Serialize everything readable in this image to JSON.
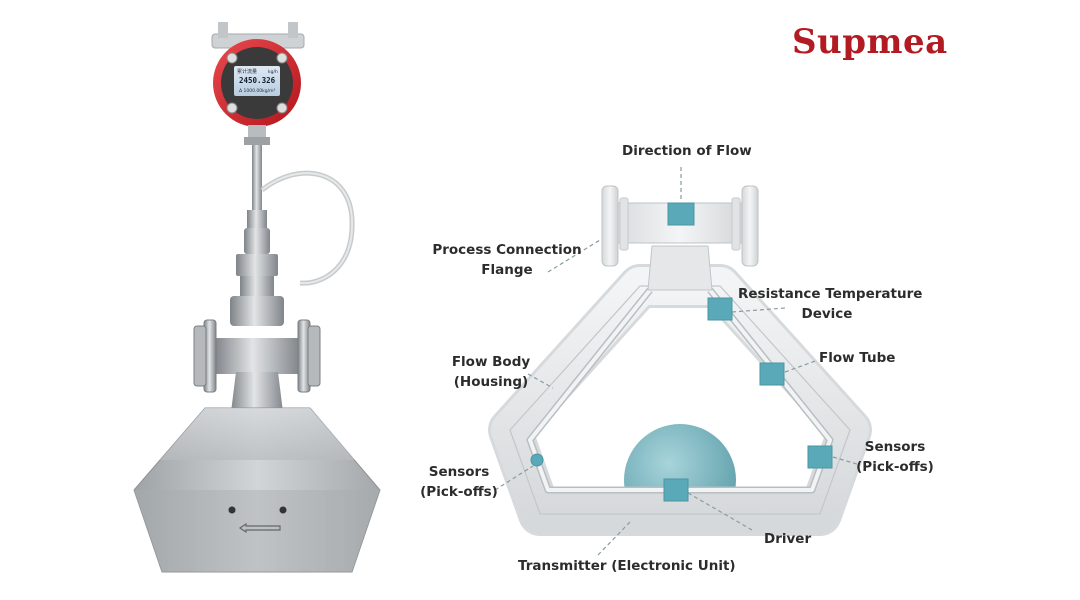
{
  "brand": {
    "name": "Supmea",
    "color": "#b31b22"
  },
  "meter": {
    "display_reading": "2450.326",
    "display_header": "累计流量",
    "display_unit": "kg/h",
    "display_sub": "Δ 1000.00kg/m³",
    "housing_color": "#d8232a"
  },
  "labels": {
    "direction_of_flow": "Direction of Flow",
    "process_connection_line1": "Process Connection",
    "process_connection_line2": "Flange",
    "rtd_line1": "Resistance Temperature",
    "rtd_line2": "Device",
    "flow_tube": "Flow Tube",
    "flow_body_line1": "Flow Body",
    "flow_body_line2": "(Housing)",
    "sensors_left_line1": "Sensors",
    "sensors_left_line2": "(Pick-offs)",
    "sensors_right_line1": "Sensors",
    "sensors_right_line2": "(Pick-offs)",
    "driver": "Driver",
    "transmitter": "Transmitter (Electronic Unit)"
  },
  "colors": {
    "marker": "#5aa9b8",
    "leader": "#8a9ba0",
    "tube": "#e7e9ea",
    "ball": "#7fbcc6"
  }
}
